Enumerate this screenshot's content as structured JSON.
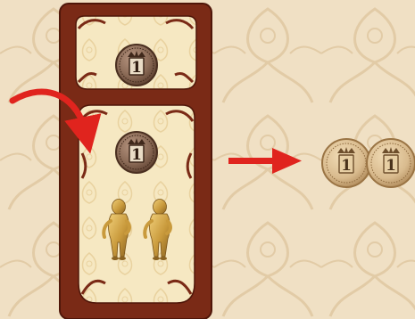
{
  "palette": {
    "background": "#f0e0c4",
    "background_pattern": "#e2cba6",
    "card_frame": "#7a2a16",
    "card_frame_dark": "#4f1609",
    "card_panel": "#f6e8c2",
    "card_panel_pattern": "#e9d29f",
    "arrow": "#e0241e",
    "coin_bronze": "#8a6a56",
    "coin_rim": "#5b3e2e",
    "coin_plain": "#d9bb8e",
    "coin_plain_rim": "#b08a5a",
    "figure_gold": "#c99a3c"
  },
  "card": {
    "upper_slot": {
      "coin": {
        "value": "1",
        "icon": "bronze-coin-icon"
      }
    },
    "lower_slot": {
      "coin": {
        "value": "1",
        "icon": "bronze-coin-icon"
      },
      "figures": [
        {
          "icon": "manneken-pis-figure-icon"
        },
        {
          "icon": "manneken-pis-figure-icon"
        }
      ]
    }
  },
  "arrows": [
    {
      "icon": "curved-arrow-icon"
    },
    {
      "icon": "right-arrow-icon"
    }
  ],
  "result_coins": [
    {
      "value": "1",
      "icon": "plain-coin-icon"
    },
    {
      "value": "1",
      "icon": "plain-coin-icon"
    }
  ]
}
